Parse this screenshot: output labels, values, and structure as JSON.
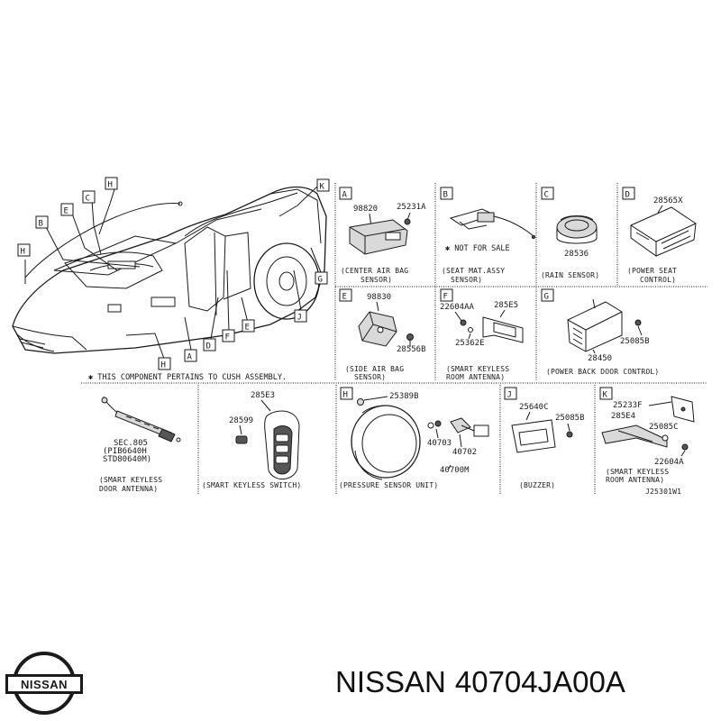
{
  "title": {
    "make": "NISSAN",
    "part_number": "40704JA00A"
  },
  "logo": {
    "text": "NISSAN",
    "color": "#1a1a1a"
  },
  "overview": {
    "callouts": [
      "H",
      "C",
      "E",
      "B",
      "H",
      "K",
      "G",
      "J",
      "D",
      "E",
      "F",
      "A",
      "H"
    ],
    "note": "✱ THIS COMPONENT PERTAINS TO CUSH ASSEMBLY."
  },
  "panels": {
    "A": {
      "letter": "A",
      "parts": [
        "98820",
        "25231A"
      ],
      "caption": [
        "(CENTER AIR BAG",
        "SENSOR)"
      ]
    },
    "B": {
      "letter": "B",
      "note": "✱ NOT FOR SALE",
      "caption": [
        "(SEAT MAT.ASSY",
        "SENSOR)"
      ]
    },
    "C": {
      "letter": "C",
      "parts": [
        "28536"
      ],
      "caption": [
        "(RAIN SENSOR)"
      ]
    },
    "D": {
      "letter": "D",
      "parts": [
        "28565X"
      ],
      "caption": [
        "(POWER SEAT",
        "CONTROL)"
      ]
    },
    "E": {
      "letter": "E",
      "parts": [
        "98830",
        "28556B"
      ],
      "caption": [
        "(SIDE AIR BAG",
        "SENSOR)"
      ]
    },
    "F": {
      "letter": "F",
      "parts": [
        "22604AA",
        "285E5",
        "25362E"
      ],
      "caption": [
        "(SMART KEYLESS",
        "ROOM ANTENNA)"
      ]
    },
    "G": {
      "letter": "G",
      "parts": [
        "28450",
        "25085B"
      ],
      "caption": [
        "(POWER BACK DOOR CONTROL)"
      ]
    },
    "H": {
      "letter": "H",
      "parts": [
        "25389B",
        "40703",
        "40702",
        "40700M"
      ],
      "caption": [
        "(PRESSURE SENSOR  UNIT)"
      ]
    },
    "J": {
      "letter": "J",
      "parts": [
        "25640C",
        "25085B"
      ],
      "caption": [
        "(BUZZER)"
      ]
    },
    "K": {
      "letter": "K",
      "parts": [
        "25233F",
        "285E4",
        "25085C",
        "22604A"
      ],
      "caption": [
        "(SMART KEYLESS",
        "ROOM ANTENNA)"
      ]
    },
    "door_antenna": {
      "sec_ref": [
        "SEC.805",
        "(PIB6640H",
        "STD80640M)"
      ],
      "caption": [
        "(SMART KEYLESS",
        "DOOR ANTENNA)"
      ]
    },
    "keyless_switch": {
      "parts": [
        "285E3",
        "28599"
      ],
      "caption": [
        "(SMART KEYLESS SWITCH)"
      ]
    }
  },
  "drawing_code": "J25301W1"
}
